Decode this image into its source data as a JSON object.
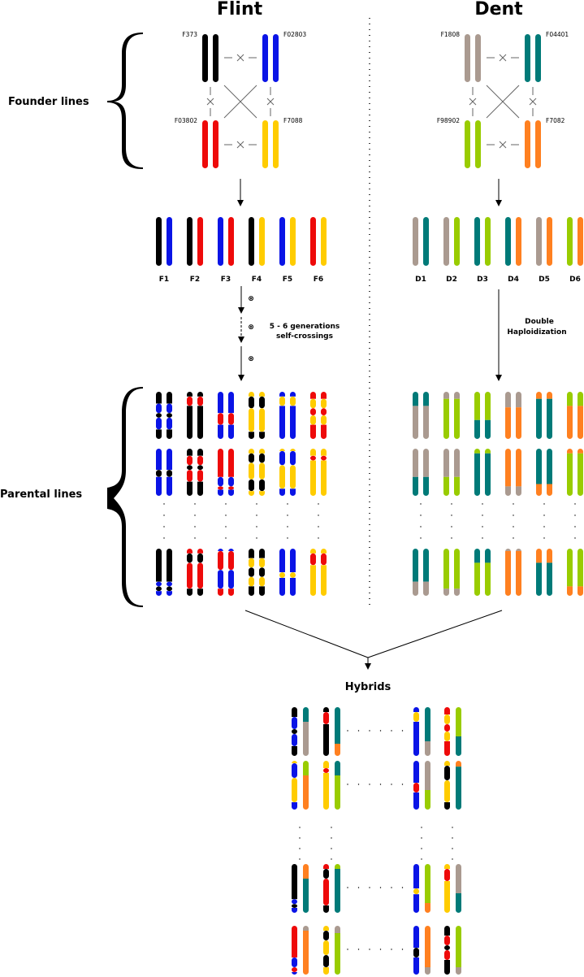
{
  "titles": {
    "flint": "Flint",
    "dent": "Dent"
  },
  "section_labels": {
    "founder": "Founder lines",
    "parental": "Parental lines",
    "hybrids": "Hybrids"
  },
  "colors": {
    "K": "#000000",
    "B": "#0a14e6",
    "R": "#ee0a0a",
    "Y": "#ffcc00",
    "G": "#aa9a90",
    "T": "#007a78",
    "L": "#99cc00",
    "O": "#ff8020"
  },
  "founders": {
    "flint": [
      {
        "name": "F373",
        "color": "K"
      },
      {
        "name": "F02803",
        "color": "B"
      },
      {
        "name": "F03802",
        "color": "R"
      },
      {
        "name": "F7088",
        "color": "Y"
      }
    ],
    "dent": [
      {
        "name": "F1808",
        "color": "G"
      },
      {
        "name": "F04401",
        "color": "T"
      },
      {
        "name": "F98902",
        "color": "L"
      },
      {
        "name": "F7082",
        "color": "O"
      }
    ],
    "cross_symbol": "×"
  },
  "f_crosses": [
    {
      "label": "F1",
      "pair": [
        "K",
        "B"
      ]
    },
    {
      "label": "F2",
      "pair": [
        "K",
        "R"
      ]
    },
    {
      "label": "F3",
      "pair": [
        "B",
        "R"
      ]
    },
    {
      "label": "F4",
      "pair": [
        "K",
        "Y"
      ]
    },
    {
      "label": "F5",
      "pair": [
        "B",
        "Y"
      ]
    },
    {
      "label": "F6",
      "pair": [
        "R",
        "Y"
      ]
    }
  ],
  "d_crosses": [
    {
      "label": "D1",
      "pair": [
        "G",
        "T"
      ]
    },
    {
      "label": "D2",
      "pair": [
        "G",
        "L"
      ]
    },
    {
      "label": "D3",
      "pair": [
        "T",
        "L"
      ]
    },
    {
      "label": "D4",
      "pair": [
        "T",
        "O"
      ]
    },
    {
      "label": "D5",
      "pair": [
        "G",
        "O"
      ]
    },
    {
      "label": "D6",
      "pair": [
        "L",
        "O"
      ]
    }
  ],
  "steps": {
    "flint": {
      "line1": "5 - 6 generations",
      "line2": "self-crossings",
      "symbol": "⊗"
    },
    "dent": {
      "line1": "Double",
      "line2": "Haploidization"
    }
  },
  "parental": {
    "flint": [
      [
        [
          [
            "K",
            0,
            0.25
          ],
          [
            "B",
            0.25,
            0.45
          ],
          [
            "K",
            0.45,
            0.55
          ],
          [
            "B",
            0.55,
            0.8
          ],
          [
            "K",
            0.8,
            1
          ]
        ],
        [
          [
            "K",
            0,
            0.1
          ],
          [
            "R",
            0.1,
            0.3
          ],
          [
            "K",
            0.3,
            1
          ]
        ],
        [
          [
            "B",
            0,
            0.45
          ],
          [
            "R",
            0.45,
            0.7
          ],
          [
            "B",
            0.7,
            1
          ]
        ],
        [
          [
            "Y",
            0,
            0.1
          ],
          [
            "K",
            0.1,
            0.35
          ],
          [
            "Y",
            0.35,
            0.85
          ],
          [
            "K",
            0.85,
            1
          ]
        ],
        [
          [
            "B",
            0,
            0.1
          ],
          [
            "Y",
            0.1,
            0.3
          ],
          [
            "B",
            0.3,
            1
          ]
        ],
        [
          [
            "R",
            0,
            0.15
          ],
          [
            "Y",
            0.15,
            0.35
          ],
          [
            "R",
            0.35,
            0.5
          ],
          [
            "Y",
            0.5,
            0.7
          ],
          [
            "R",
            0.7,
            1
          ]
        ]
      ],
      [
        [
          [
            "B",
            0,
            0.45
          ],
          [
            "K",
            0.45,
            0.6
          ],
          [
            "B",
            0.6,
            1
          ]
        ],
        [
          [
            "K",
            0,
            0.15
          ],
          [
            "R",
            0.15,
            0.35
          ],
          [
            "K",
            0.35,
            0.45
          ],
          [
            "R",
            0.45,
            0.7
          ],
          [
            "K",
            0.7,
            1
          ]
        ],
        [
          [
            "R",
            0,
            0.6
          ],
          [
            "B",
            0.6,
            0.8
          ],
          [
            "R",
            0.8,
            0.87
          ],
          [
            "B",
            0.87,
            1
          ]
        ],
        [
          [
            "Y",
            0,
            0.1
          ],
          [
            "K",
            0.1,
            0.3
          ],
          [
            "Y",
            0.3,
            0.65
          ],
          [
            "K",
            0.65,
            0.9
          ],
          [
            "Y",
            0.9,
            1
          ]
        ],
        [
          [
            "Y",
            0,
            0.05
          ],
          [
            "B",
            0.05,
            0.35
          ],
          [
            "Y",
            0.35,
            0.85
          ],
          [
            "B",
            0.85,
            1
          ]
        ],
        [
          [
            "Y",
            0,
            0.15
          ],
          [
            "R",
            0.15,
            0.25
          ],
          [
            "Y",
            0.25,
            1
          ]
        ]
      ],
      [
        [
          [
            "K",
            0,
            0.7
          ],
          [
            "B",
            0.7,
            0.8
          ],
          [
            "K",
            0.8,
            0.9
          ],
          [
            "B",
            0.9,
            1
          ]
        ],
        [
          [
            "R",
            0,
            0.1
          ],
          [
            "K",
            0.1,
            0.3
          ],
          [
            "R",
            0.3,
            0.85
          ],
          [
            "K",
            0.85,
            1
          ]
        ],
        [
          [
            "B",
            0,
            0.05
          ],
          [
            "R",
            0.05,
            0.45
          ],
          [
            "B",
            0.45,
            0.85
          ],
          [
            "R",
            0.85,
            1
          ]
        ],
        [
          [
            "K",
            0,
            0.2
          ],
          [
            "Y",
            0.2,
            0.4
          ],
          [
            "K",
            0.4,
            0.6
          ],
          [
            "Y",
            0.6,
            0.8
          ],
          [
            "K",
            0.8,
            1
          ]
        ],
        [
          [
            "B",
            0,
            0.5
          ],
          [
            "Y",
            0.5,
            0.62
          ],
          [
            "B",
            0.62,
            1
          ]
        ],
        [
          [
            "Y",
            0,
            0.1
          ],
          [
            "R",
            0.1,
            0.35
          ],
          [
            "Y",
            0.35,
            1
          ]
        ]
      ]
    ],
    "dent": [
      [
        [
          [
            "T",
            0,
            0.3
          ],
          [
            "G",
            0.3,
            1
          ]
        ],
        [
          [
            "G",
            0,
            0.15
          ],
          [
            "L",
            0.15,
            1
          ]
        ],
        [
          [
            "L",
            0,
            0.6
          ],
          [
            "T",
            0.6,
            1
          ]
        ],
        [
          [
            "G",
            0,
            0.33
          ],
          [
            "O",
            0.33,
            1
          ]
        ],
        [
          [
            "O",
            0,
            0.15
          ],
          [
            "T",
            0.15,
            1
          ]
        ],
        [
          [
            "L",
            0,
            0.3
          ],
          [
            "O",
            0.3,
            1
          ]
        ]
      ],
      [
        [
          [
            "G",
            0,
            0.6
          ],
          [
            "T",
            0.6,
            1
          ]
        ],
        [
          [
            "G",
            0,
            0.6
          ],
          [
            "L",
            0.6,
            1
          ]
        ],
        [
          [
            "L",
            0,
            0.1
          ],
          [
            "T",
            0.1,
            1
          ]
        ],
        [
          [
            "O",
            0,
            0.8
          ],
          [
            "G",
            0.8,
            1
          ]
        ],
        [
          [
            "T",
            0,
            0.75
          ],
          [
            "O",
            0.75,
            1
          ]
        ],
        [
          [
            "O",
            0,
            0.1
          ],
          [
            "L",
            0.1,
            1
          ]
        ]
      ],
      [
        [
          [
            "T",
            0,
            0.7
          ],
          [
            "G",
            0.7,
            1
          ]
        ],
        [
          [
            "L",
            0,
            0.85
          ],
          [
            "G",
            0.85,
            1
          ]
        ],
        [
          [
            "T",
            0,
            0.3
          ],
          [
            "L",
            0.3,
            1
          ]
        ],
        [
          [
            "G",
            0,
            0.05
          ],
          [
            "O",
            0.05,
            1
          ]
        ],
        [
          [
            "O",
            0,
            0.3
          ],
          [
            "T",
            0.3,
            1
          ]
        ],
        [
          [
            "L",
            0,
            0.8
          ],
          [
            "O",
            0.8,
            1
          ]
        ]
      ]
    ]
  },
  "hybrids": [
    [
      [
        [
          [
            "K",
            0,
            0.2
          ],
          [
            "B",
            0.2,
            0.45
          ],
          [
            "K",
            0.45,
            0.55
          ],
          [
            "B",
            0.55,
            0.8
          ],
          [
            "K",
            0.8,
            1
          ]
        ],
        [
          [
            "T",
            0,
            0.3
          ],
          [
            "G",
            0.3,
            1
          ]
        ]
      ],
      [
        [
          [
            "K",
            0,
            0.1
          ],
          [
            "R",
            0.1,
            0.35
          ],
          [
            "K",
            0.35,
            1
          ]
        ],
        [
          [
            "T",
            0,
            0.75
          ],
          [
            "O",
            0.75,
            1
          ]
        ]
      ],
      [
        [
          [
            "B",
            0,
            0.1
          ],
          [
            "Y",
            0.1,
            0.3
          ],
          [
            "B",
            0.3,
            1
          ]
        ],
        [
          [
            "T",
            0,
            0.7
          ],
          [
            "G",
            0.7,
            1
          ]
        ]
      ],
      [
        [
          [
            "R",
            0,
            0.15
          ],
          [
            "Y",
            0.15,
            0.35
          ],
          [
            "R",
            0.35,
            0.5
          ],
          [
            "Y",
            0.5,
            0.7
          ],
          [
            "R",
            0.7,
            1
          ]
        ],
        [
          [
            "L",
            0,
            0.6
          ],
          [
            "T",
            0.6,
            1
          ]
        ]
      ]
    ],
    [
      [
        [
          [
            "Y",
            0,
            0.05
          ],
          [
            "B",
            0.05,
            0.35
          ],
          [
            "Y",
            0.35,
            0.85
          ],
          [
            "B",
            0.85,
            1
          ]
        ],
        [
          [
            "L",
            0,
            0.3
          ],
          [
            "O",
            0.3,
            1
          ]
        ]
      ],
      [
        [
          [
            "Y",
            0,
            0.15
          ],
          [
            "R",
            0.15,
            0.25
          ],
          [
            "Y",
            0.25,
            1
          ]
        ],
        [
          [
            "T",
            0,
            0.3
          ],
          [
            "L",
            0.3,
            1
          ]
        ]
      ],
      [
        [
          [
            "B",
            0,
            0.45
          ],
          [
            "R",
            0.45,
            0.65
          ],
          [
            "B",
            0.65,
            1
          ]
        ],
        [
          [
            "G",
            0,
            0.6
          ],
          [
            "L",
            0.6,
            1
          ]
        ]
      ],
      [
        [
          [
            "Y",
            0,
            0.1
          ],
          [
            "K",
            0.1,
            0.4
          ],
          [
            "Y",
            0.4,
            0.85
          ],
          [
            "K",
            0.85,
            1
          ]
        ],
        [
          [
            "O",
            0,
            0.12
          ],
          [
            "T",
            0.12,
            1
          ]
        ]
      ]
    ],
    [
      [
        [
          [
            "K",
            0,
            0.72
          ],
          [
            "B",
            0.72,
            0.82
          ],
          [
            "K",
            0.82,
            0.9
          ],
          [
            "B",
            0.9,
            1
          ]
        ],
        [
          [
            "O",
            0,
            0.3
          ],
          [
            "T",
            0.3,
            1
          ]
        ]
      ],
      [
        [
          [
            "R",
            0,
            0.1
          ],
          [
            "K",
            0.1,
            0.3
          ],
          [
            "R",
            0.3,
            0.85
          ],
          [
            "K",
            0.85,
            1
          ]
        ],
        [
          [
            "L",
            0,
            0.1
          ],
          [
            "T",
            0.1,
            1
          ]
        ]
      ],
      [
        [
          [
            "B",
            0,
            0.5
          ],
          [
            "Y",
            0.5,
            0.62
          ],
          [
            "B",
            0.62,
            1
          ]
        ],
        [
          [
            "L",
            0,
            0.8
          ],
          [
            "O",
            0.8,
            1
          ]
        ]
      ],
      [
        [
          [
            "Y",
            0,
            0.1
          ],
          [
            "R",
            0.1,
            0.35
          ],
          [
            "Y",
            0.35,
            1
          ]
        ],
        [
          [
            "G",
            0,
            0.6
          ],
          [
            "T",
            0.6,
            1
          ]
        ]
      ]
    ],
    [
      [
        [
          [
            "R",
            0,
            0.65
          ],
          [
            "B",
            0.65,
            0.85
          ],
          [
            "R",
            0.85,
            0.95
          ],
          [
            "B",
            0.95,
            1
          ]
        ],
        [
          [
            "G",
            0,
            0.1
          ],
          [
            "O",
            0.1,
            1
          ]
        ]
      ],
      [
        [
          [
            "Y",
            0,
            0.1
          ],
          [
            "K",
            0.1,
            0.3
          ],
          [
            "Y",
            0.3,
            0.6
          ],
          [
            "K",
            0.6,
            0.85
          ],
          [
            "Y",
            0.85,
            1
          ]
        ],
        [
          [
            "G",
            0,
            0.15
          ],
          [
            "L",
            0.15,
            1
          ]
        ]
      ],
      [
        [
          [
            "B",
            0,
            0.45
          ],
          [
            "K",
            0.45,
            0.65
          ],
          [
            "B",
            0.65,
            1
          ]
        ],
        [
          [
            "O",
            0,
            0.85
          ],
          [
            "G",
            0.85,
            1
          ]
        ]
      ],
      [
        [
          [
            "K",
            0,
            0.2
          ],
          [
            "R",
            0.2,
            0.4
          ],
          [
            "K",
            0.4,
            0.5
          ],
          [
            "R",
            0.5,
            0.7
          ],
          [
            "K",
            0.7,
            1
          ]
        ],
        [
          [
            "L",
            0,
            0.85
          ],
          [
            "G",
            0.85,
            1
          ]
        ]
      ]
    ]
  ]
}
